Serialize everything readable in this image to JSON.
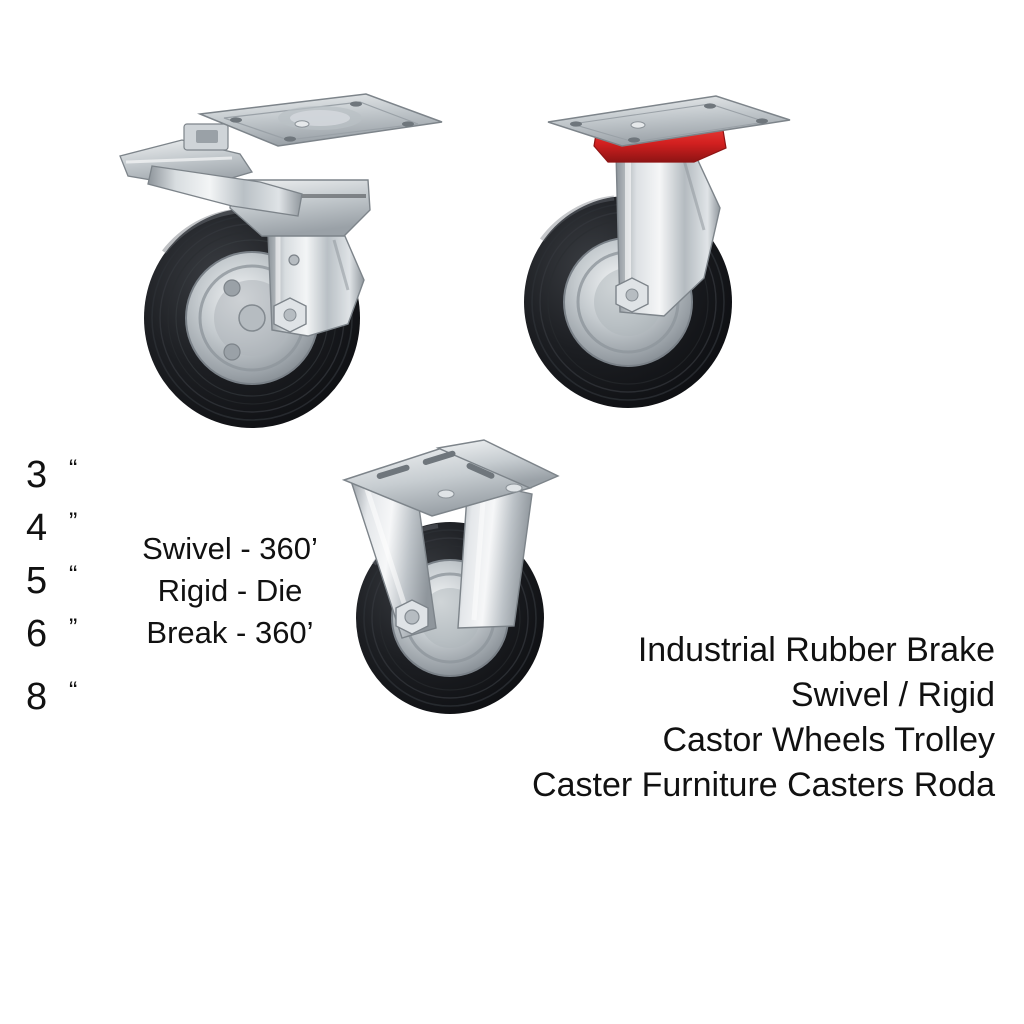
{
  "page": {
    "background_color": "#ffffff",
    "text_color": "#111111"
  },
  "sizes": {
    "heading": "",
    "items": [
      {
        "value": "3",
        "mark": "“"
      },
      {
        "value": "4",
        "mark": "”"
      },
      {
        "value": "5",
        "mark": "“"
      },
      {
        "value": "6",
        "mark": "”"
      },
      {
        "value": "8",
        "mark": "“"
      }
    ]
  },
  "features": {
    "lines": [
      "Swivel - 360’",
      "Rigid - Die",
      "Break - 360’"
    ]
  },
  "title": {
    "lines": [
      "Industrial Rubber Brake",
      "Swivel / Rigid",
      "Castor Wheels Trolley",
      "Caster Furniture Casters Roda"
    ]
  },
  "products": [
    {
      "id": "caster-brake",
      "name": "swivel-caster-with-brake",
      "label": "Swivel caster with brake lever",
      "has_brake": true,
      "swivel_ring_color": "#cfd3d6",
      "tire_color": "#15161a",
      "metal_color": "#c9ced2"
    },
    {
      "id": "caster-swivel",
      "name": "swivel-caster",
      "label": "Swivel caster with red swivel ring",
      "has_brake": false,
      "swivel_ring_color": "#d32020",
      "tire_color": "#15161a",
      "metal_color": "#c9ced2"
    },
    {
      "id": "caster-rigid",
      "name": "rigid-caster",
      "label": "Rigid fixed caster",
      "has_brake": false,
      "swivel_ring_color": "#c9ced2",
      "tire_color": "#15161a",
      "metal_color": "#c9ced2"
    }
  ]
}
